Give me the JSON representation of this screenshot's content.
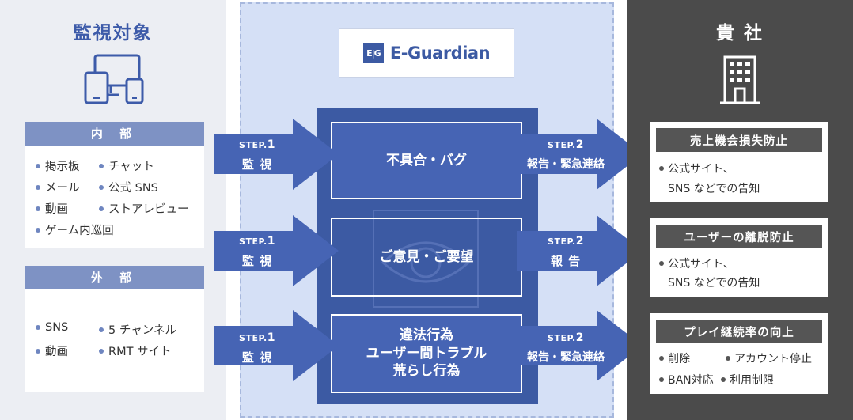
{
  "left": {
    "title": "監視対象",
    "internal": {
      "heading": "内 部",
      "items": [
        "掲示板",
        "チャット",
        "メール",
        "公式 SNS",
        "動画",
        "ストアレビュー",
        "ゲーム内巡回"
      ]
    },
    "external": {
      "heading": "外 部",
      "items": [
        "SNS",
        "5 チャンネル",
        "動画",
        "RMT サイト"
      ]
    }
  },
  "logo": {
    "mark": "E|G",
    "text": "E-Guardian"
  },
  "step1": {
    "label": "STEP.",
    "num": "1",
    "action": "監 視"
  },
  "rows": [
    {
      "core_lines": [
        "不具合・バグ"
      ],
      "step2": {
        "label": "STEP.",
        "num": "2",
        "action": "報告・緊急連絡"
      }
    },
    {
      "core_lines": [
        "ご意見・ご要望"
      ],
      "step2": {
        "label": "STEP.",
        "num": "2",
        "action": "報 告"
      }
    },
    {
      "core_lines": [
        "違法行為",
        "ユーザー間トラブル",
        "荒らし行為"
      ],
      "step2": {
        "label": "STEP.",
        "num": "2",
        "action": "報告・緊急連絡"
      }
    }
  ],
  "right": {
    "title": "貴 社",
    "cards": [
      {
        "heading": "売上機会損失防止",
        "items": [
          "公式サイト、",
          "SNS などでの告知"
        ]
      },
      {
        "heading": "ユーザーの離脱防止",
        "items": [
          "公式サイト、",
          "SNS などでの告知"
        ]
      },
      {
        "heading": "プレイ継続率の向上",
        "items": [
          "削除",
          "アカウント停止",
          "BAN対応",
          "利用制限"
        ]
      }
    ]
  },
  "colors": {
    "navy": "#3c5aa3",
    "arrow_blue": "#4664b4",
    "light_panel": "#d5e0f6",
    "dark_panel": "#4b4b4b"
  }
}
